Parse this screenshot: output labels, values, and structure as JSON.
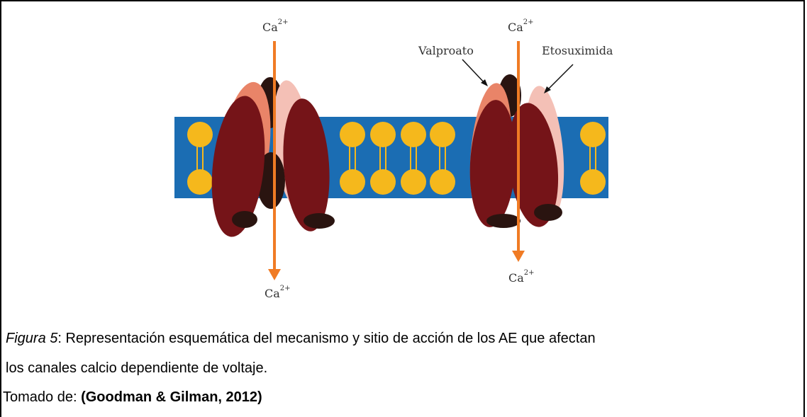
{
  "labels": {
    "ion_top_left": "Ca",
    "ion_top_right": "Ca",
    "ion_bottom_left": "Ca",
    "ion_bottom_right": "Ca",
    "ion_charge": "2+",
    "drug_1": "Valproato",
    "drug_2": "Etosuximida"
  },
  "caption": {
    "figure_label": "Figura 5",
    "line1_text": ": Representación esquemática del mecanismo y sitio de acción de los AE que afectan",
    "line2_text": "los canales calcio dependiente de voltaje.",
    "source_prefix": "Tomado de: ",
    "source_citation": "(Goodman & Gilman, 2012)"
  },
  "colors": {
    "membrane": "#1b6db3",
    "lipid_head": "#f5b81c",
    "channel_dark": "#751418",
    "channel_salmon": "#e98468",
    "channel_pink": "#f4c0b6",
    "channel_black": "#2a1410",
    "arrow": "#f07b24"
  }
}
